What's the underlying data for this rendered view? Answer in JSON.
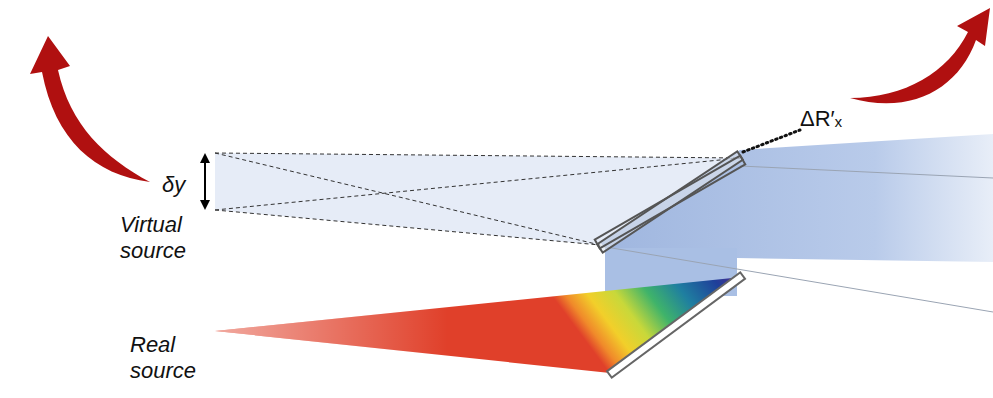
{
  "diagram": {
    "labels": [
      "δy",
      "Virtual source",
      "Real source",
      "ΔR′ₓ"
    ]
  }
}
